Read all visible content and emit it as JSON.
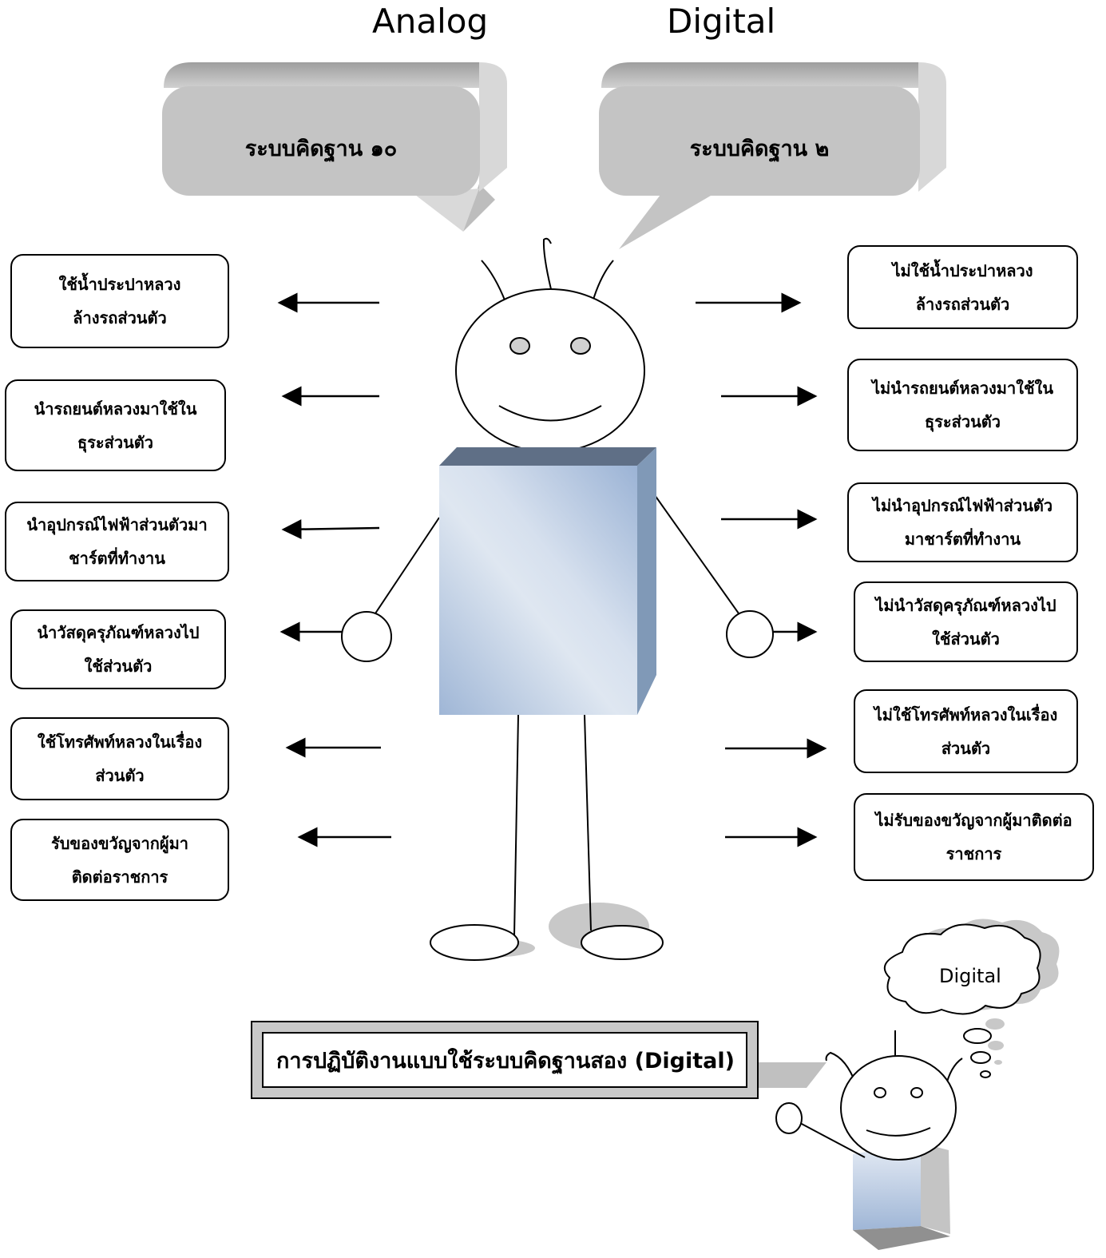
{
  "headings": {
    "left": "Analog",
    "right": "Digital"
  },
  "bubbles": {
    "left": "ระบบคิดฐาน ๑๐",
    "right": "ระบบคิดฐาน ๒"
  },
  "left_items": [
    "ใช้น้ำประปาหลวง\nล้างรถส่วนตัว",
    "นำรถยนต์หลวงมาใช้ใน\nธุระส่วนตัว",
    "นำอุปกรณ์ไฟฟ้าส่วนตัวมา\nชาร์ตที่ทำงาน",
    "นำวัสดุครุภัณฑ์หลวงไป\nใช้ส่วนตัว",
    "ใช้โทรศัพท์หลวงในเรื่อง\nส่วนตัว",
    "รับของขวัญจากผู้มา\nติดต่อราชการ"
  ],
  "right_items": [
    "ไม่ใช้น้ำประปาหลวง\nล้างรถส่วนตัว",
    "ไม่นำรถยนต์หลวงมาใช้ใน\nธุระส่วนตัว",
    "ไม่นำอุปกรณ์ไฟฟ้าส่วนตัว\nมาชาร์ตที่ทำงาน",
    "ไม่นำวัสดุครุภัณฑ์หลวงไป\nใช้ส่วนตัว",
    "ไม่ใช้โทรศัพท์หลวงในเรื่อง\nส่วนตัว",
    "ไม่รับของขวัญจากผู้มาติดต่อ\nราชการ"
  ],
  "thought": "Digital",
  "banner": "การปฏิบัติงานแบบใช้ระบบคิดฐานสอง (Digital)",
  "colors": {
    "bubble_fill": "#c4c4c4",
    "body_blue": "#9fb6d6",
    "body_top": "#5f6f86",
    "body_side": "#8099b7"
  }
}
